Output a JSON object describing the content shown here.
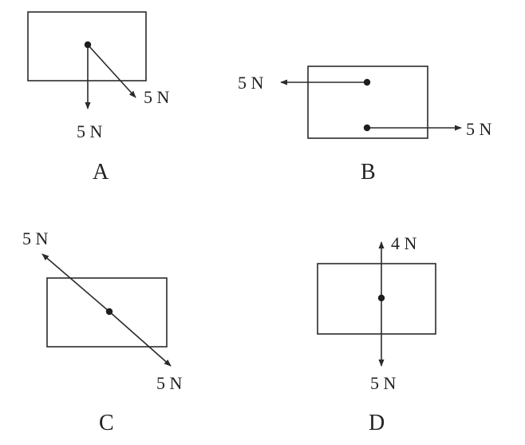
{
  "options": [
    {
      "letter": "A",
      "forces": [
        {
          "label": "5 N"
        },
        {
          "label": "5 N"
        }
      ]
    },
    {
      "letter": "B",
      "forces": [
        {
          "label": "5 N"
        },
        {
          "label": "5 N"
        }
      ]
    },
    {
      "letter": "C",
      "forces": [
        {
          "label": "5 N"
        },
        {
          "label": "5 N"
        }
      ]
    },
    {
      "letter": "D",
      "forces": [
        {
          "label": "4 N"
        },
        {
          "label": "5 N"
        }
      ]
    }
  ],
  "colors": {
    "ink": "#2b2b2b",
    "background": "#ffffff"
  }
}
